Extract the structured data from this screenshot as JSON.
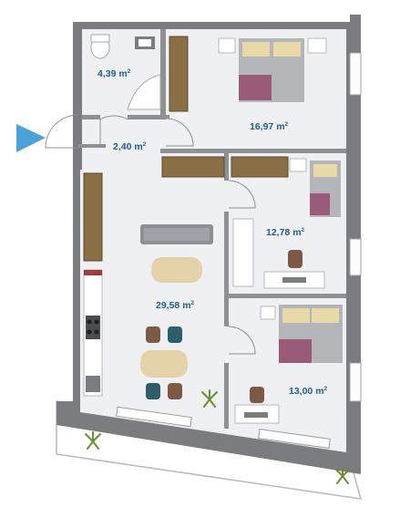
{
  "plan": {
    "rooms": [
      {
        "id": "bathroom",
        "area": "4,39 m",
        "unit_sup": "2"
      },
      {
        "id": "hall",
        "area": "2,40 m",
        "unit_sup": "2"
      },
      {
        "id": "bedroom-main",
        "area": "16,97 m",
        "unit_sup": "2"
      },
      {
        "id": "bedroom-small",
        "area": "12,78 m",
        "unit_sup": "2"
      },
      {
        "id": "living-kitchen",
        "area": "29,58 m",
        "unit_sup": "2"
      },
      {
        "id": "bedroom-third",
        "area": "13,00 m",
        "unit_sup": "2"
      }
    ],
    "colors": {
      "wall": "#7a7c80",
      "floor": "#eff0f1",
      "terrace": "#ffffff",
      "label": "#1d5f8f",
      "entrance_arrow": "#4aa3d8",
      "wood": "#8a6e44",
      "bed_cover": "#9a5b78",
      "pillow": "#e8d9a8",
      "sofa": "#8c8f93",
      "teal_chair": "#2e5e6a",
      "brown_chair": "#7c5a46",
      "table": "#e4d3a8"
    },
    "icons": [
      "entrance-arrow-icon",
      "plant-icon",
      "door-swing-icon"
    ]
  }
}
